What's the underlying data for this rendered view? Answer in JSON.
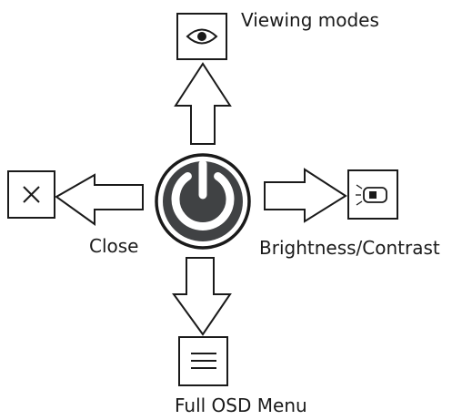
{
  "labels": {
    "viewing_modes": "Viewing modes",
    "close": "Close",
    "brightness_contrast": "Brightness/Contrast",
    "full_osd_menu": "Full OSD Menu"
  },
  "icons": {
    "center": "power-icon",
    "top": "eye-icon",
    "left": "close-icon",
    "right": "brightness-icon",
    "bottom": "menu-icon"
  },
  "colors": {
    "power_button": "#404244",
    "stroke": "#1a1a1a",
    "background": "#ffffff"
  }
}
